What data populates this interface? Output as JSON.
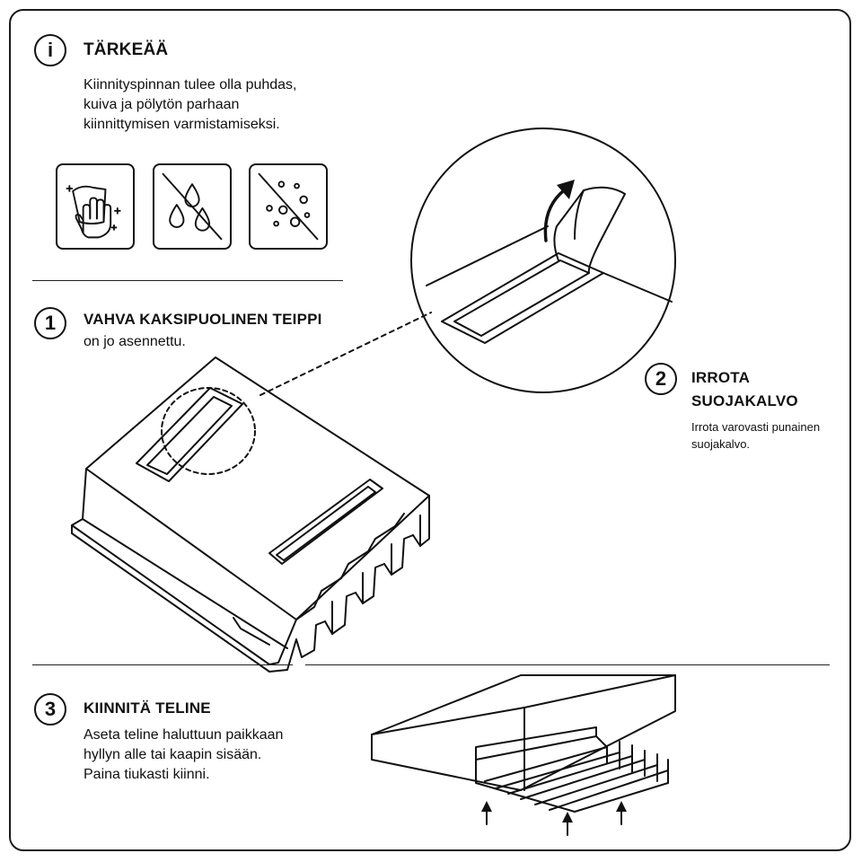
{
  "important": {
    "number": "i",
    "title": "TÄRKEÄÄ",
    "text": "Kiinnityspinnan tulee olla puhdas,\nkuiva ja pölytön parhaan\nkiinnittymisen varmistamiseksi.",
    "icons": [
      "wipe-surface-icon",
      "no-moisture-icon",
      "no-dust-icon"
    ]
  },
  "step1": {
    "number": "1",
    "title": "VAHVA KAKSIPUOLINEN TEIPPI",
    "text": "on jo asennettu."
  },
  "step2": {
    "number": "2",
    "title": "IRROTA\nSUOJAKALVO",
    "text": "Irrota varovasti punainen\nsuojakalvo."
  },
  "step3": {
    "number": "3",
    "title": "KIINNITÄ TELINE",
    "text": "Aseta teline haluttuun paikkaan\nhyllyn alle tai kaapin sisään.\nPaina tiukasti kiinni."
  },
  "colors": {
    "line": "#111111",
    "background": "#ffffff"
  }
}
